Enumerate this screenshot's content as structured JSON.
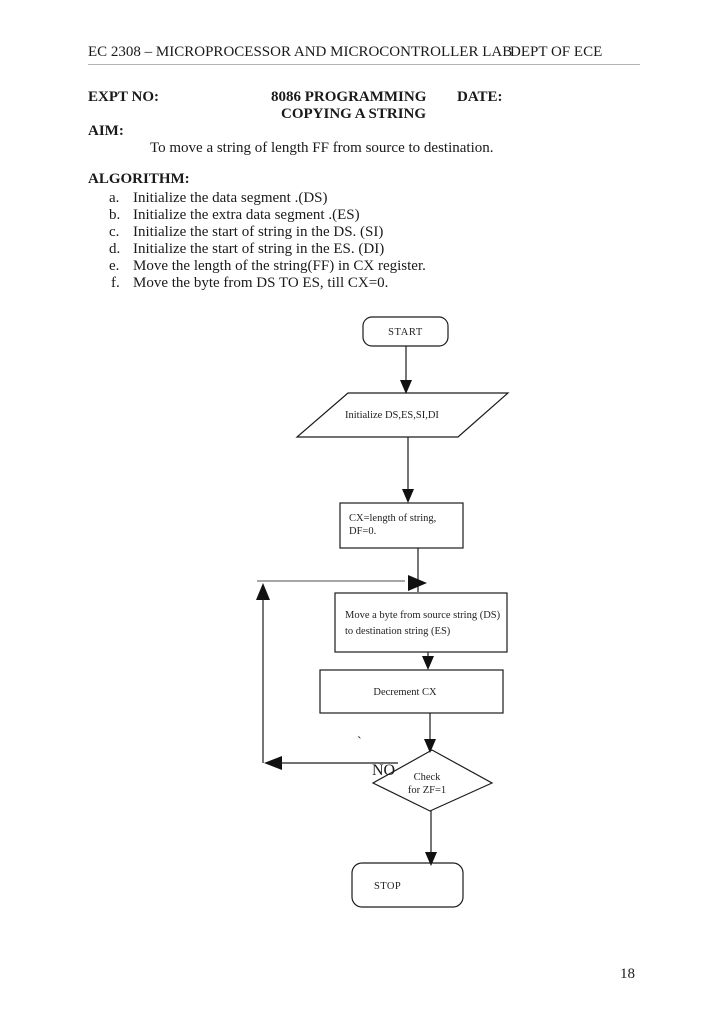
{
  "header": {
    "left": "EC 2308 – MICROPROCESSOR AND MICROCONTROLLER LAB",
    "right": "DEPT OF ECE"
  },
  "title_row": {
    "expt_label": "EXPT NO:",
    "title": "8086 PROGRAMMING",
    "date_label": "DATE:",
    "subtitle": "COPYING A STRING"
  },
  "aim": {
    "label": "AIM:",
    "text": "To move a string of length FF from source to destination."
  },
  "algorithm": {
    "label": "ALGORITHM:",
    "items": [
      {
        "letter": "a.",
        "text": "Initialize the data segment .(DS)"
      },
      {
        "letter": "b.",
        "text": "Initialize the extra data segment .(ES)"
      },
      {
        "letter": "c.",
        "text": "Initialize the start of string in the DS. (SI)"
      },
      {
        "letter": "d.",
        "text": "Initialize the start of string in the ES. (DI)"
      },
      {
        "letter": "e.",
        "text": "Move the length of the string(FF) in CX register."
      },
      {
        "letter": "f.",
        "text": "Move the byte from DS TO ES, till CX=0."
      }
    ]
  },
  "flowchart": {
    "start": "START",
    "init": "Initialize DS,ES,SI,DI",
    "cx_line1": "CX=length of string,",
    "cx_line2": "DF=0.",
    "move_line1": "Move a byte from source string (DS)",
    "move_line2": "to destination string (ES)",
    "decrement": "Decrement CX",
    "check_line1": "Check",
    "check_line2": "for ZF=1",
    "no_label": "NO",
    "stop": "STOP",
    "stray_mark": "`"
  },
  "page_number": "18",
  "colors": {
    "ink": "#1c1c1c",
    "rule": "#b4b4b4",
    "loop_line": "#8a8a8a"
  }
}
